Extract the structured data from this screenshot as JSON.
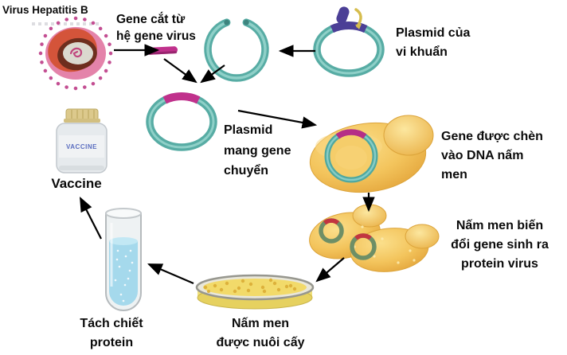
{
  "diagram": {
    "labels": {
      "virus": "Virus Hepatitis B",
      "gene_cut": "Gene cắt từ\nhệ gene virus",
      "bacterial_plasmid": "Plasmid của\nvi khuẩn",
      "recombinant_plasmid": "Plasmid\nmang gene\nchuyển",
      "gene_inserted": "Gene được chèn\nvào DNA nấm\nmen",
      "yeast_modified": "Nấm men biến\nđổi gene sinh ra\nprotein virus",
      "yeast_cultured": "Nấm men\nđược nuôi cấy",
      "protein_extraction": "Tách chiết\nprotein",
      "vaccine": "Vaccine",
      "vial_text": "VACCINE"
    },
    "icons": {
      "virus": "hepatitis-b-virus-icon",
      "gene_fragment": "dna-gene-fragment-icon",
      "open_plasmid": "cut-open-plasmid-icon",
      "bacterial_plasmid": "bacterial-plasmid-icon",
      "restriction_enzyme": "restriction-enzyme-icon",
      "recombinant_plasmid": "recombinant-plasmid-icon",
      "yeast_cell": "budding-yeast-cell-icon",
      "yeast_cluster": "modified-yeast-cluster-icon",
      "petri_dish": "petri-dish-culture-icon",
      "test_tube": "test-tube-icon",
      "vaccine_vial": "vaccine-vial-icon"
    },
    "colors": {
      "plasmid_ring": "#5fb4ac",
      "inserted_gene": "#c0318c",
      "bacterial_gene": "#4b3f96",
      "yeast_body": "#f2c057",
      "cluster_ring": "#6e8f66",
      "cluster_gene": "#c23440",
      "dish_culture": "#f2da6a",
      "tube_liquid": "#a5d9ec",
      "vial_cap": "#dcc98c",
      "vial_label_text": "#5b6ec0",
      "arrow": "#000000",
      "label_text": "#0b0b0b"
    }
  }
}
